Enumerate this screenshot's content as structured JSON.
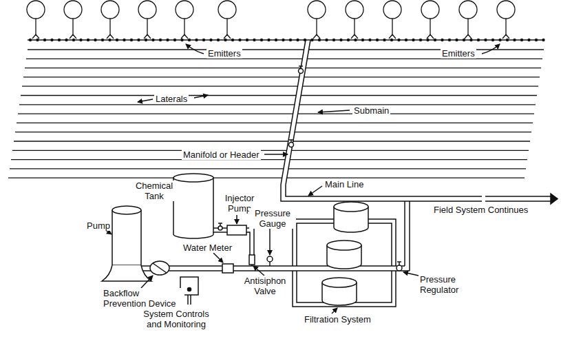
{
  "diagram": {
    "labels": [
      "Emitters",
      "Emitters",
      "Laterals",
      "Submain",
      "Manifold or Header",
      "Main Line",
      "Field System Continues",
      "Chemical Tank",
      "Injector Pump",
      "Pressure Gauge",
      "Pump",
      "Water Meter",
      "Backflow Prevention Device",
      "Antisiphon Valve",
      "Filtration System",
      "Pressure Regulator",
      "System Controls and Monitoring"
    ]
  }
}
